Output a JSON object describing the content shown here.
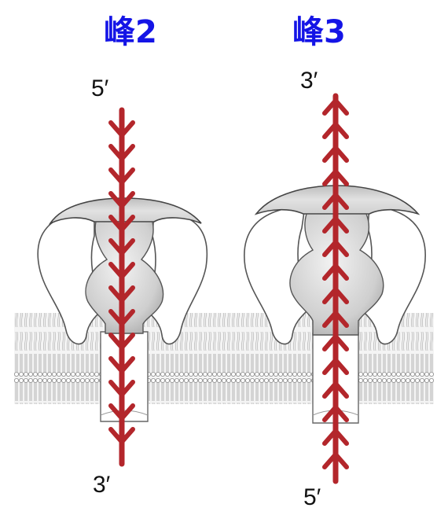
{
  "panels": [
    {
      "title": "峰2",
      "top_label": "5′",
      "bottom_label": "3′"
    },
    {
      "title": "峰3",
      "top_label": "3′",
      "bottom_label": "5′"
    }
  ],
  "colors": {
    "title": "#1414e6",
    "strand": "#b3262b"
  }
}
